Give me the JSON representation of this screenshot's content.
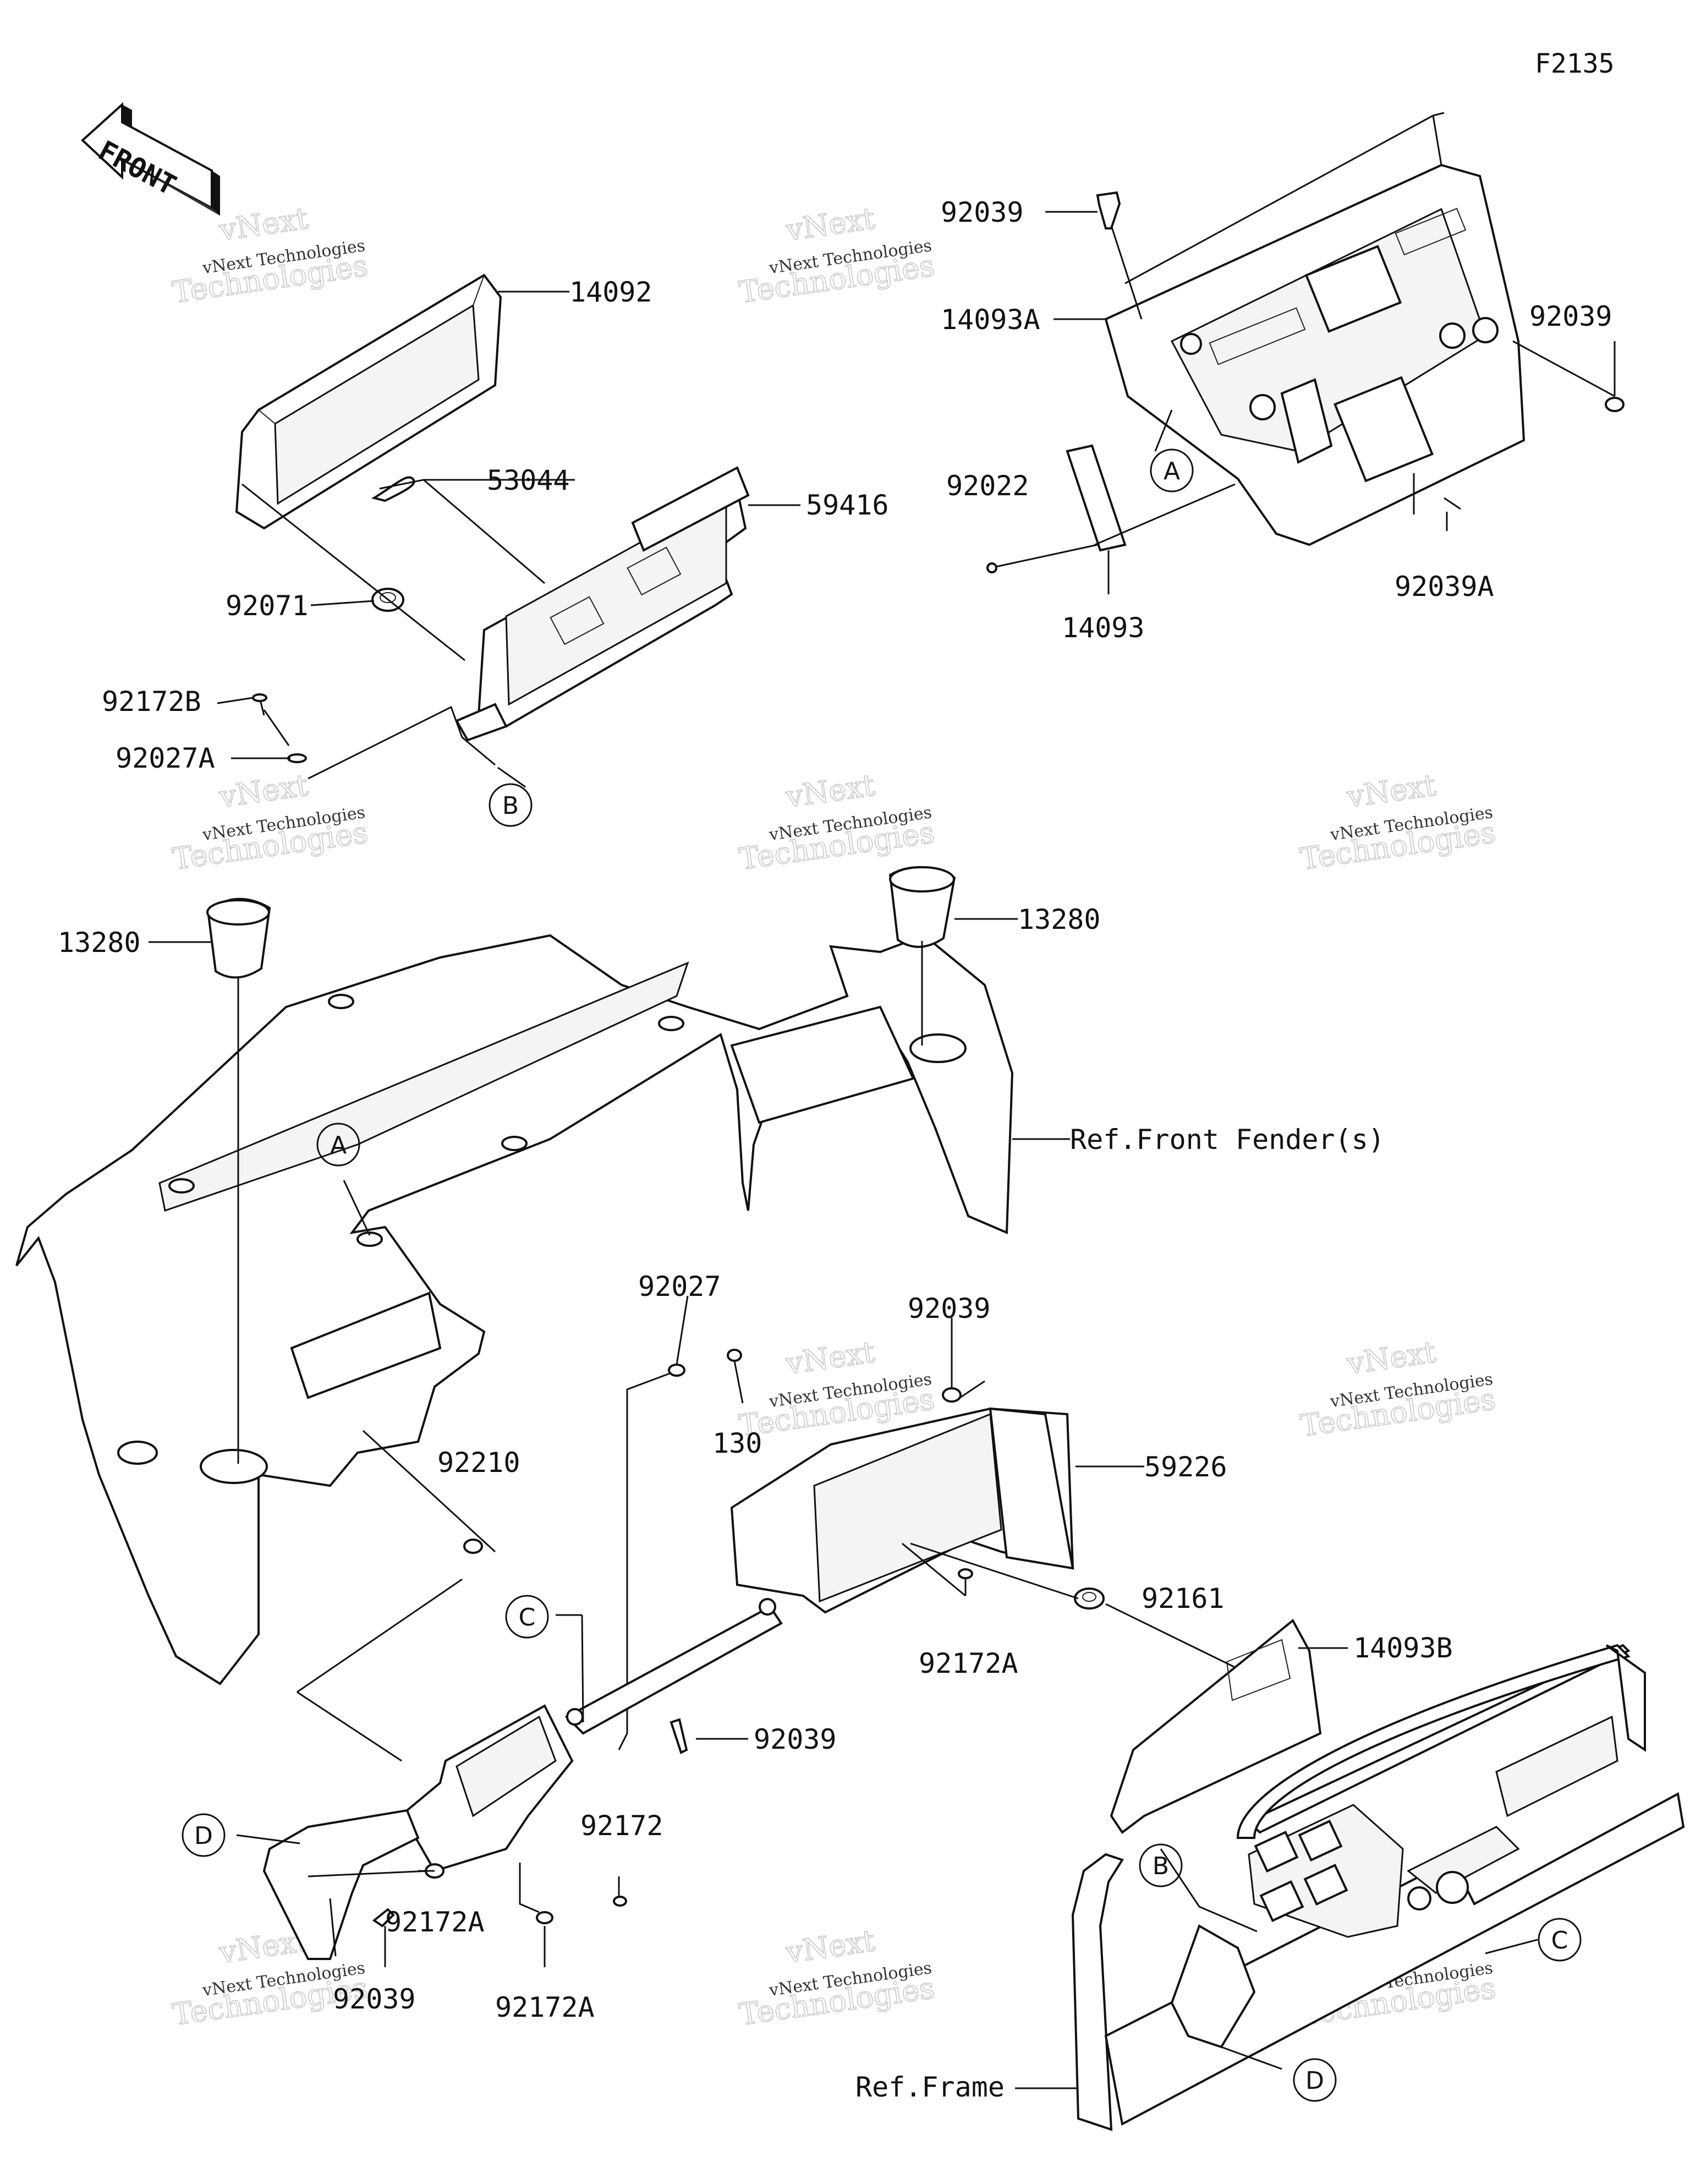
{
  "sheet_id": "F2135",
  "front_arrow": "FRONT",
  "watermark": {
    "line1": "vNext Technologies",
    "line2": "vNext",
    "line3": "Technologies"
  },
  "part_labels": [
    {
      "id": "lbl-14092",
      "text": "14092"
    },
    {
      "id": "lbl-53044",
      "text": "53044"
    },
    {
      "id": "lbl-59416",
      "text": "59416"
    },
    {
      "id": "lbl-92071",
      "text": "92071"
    },
    {
      "id": "lbl-92172B",
      "text": "92172B"
    },
    {
      "id": "lbl-92027A",
      "text": "92027A"
    },
    {
      "id": "lbl-92039-top",
      "text": "92039"
    },
    {
      "id": "lbl-14093A",
      "text": "14093A"
    },
    {
      "id": "lbl-92039-right",
      "text": "92039"
    },
    {
      "id": "lbl-92022",
      "text": "92022"
    },
    {
      "id": "lbl-14093",
      "text": "14093"
    },
    {
      "id": "lbl-92039A",
      "text": "92039A"
    },
    {
      "id": "lbl-13280-left",
      "text": "13280"
    },
    {
      "id": "lbl-13280-right",
      "text": "13280"
    },
    {
      "id": "lbl-ref-fender",
      "text": "Ref.Front Fender(s)"
    },
    {
      "id": "lbl-92027",
      "text": "92027"
    },
    {
      "id": "lbl-92039-mid",
      "text": "92039"
    },
    {
      "id": "lbl-130",
      "text": "130"
    },
    {
      "id": "lbl-59226",
      "text": "59226"
    },
    {
      "id": "lbl-92210",
      "text": "92210"
    },
    {
      "id": "lbl-92161",
      "text": "92161"
    },
    {
      "id": "lbl-92172A-mid",
      "text": "92172A"
    },
    {
      "id": "lbl-14093B",
      "text": "14093B"
    },
    {
      "id": "lbl-92039-low",
      "text": "92039"
    },
    {
      "id": "lbl-92172",
      "text": "92172"
    },
    {
      "id": "lbl-92172A-left",
      "text": "92172A"
    },
    {
      "id": "lbl-92039-bottom",
      "text": "92039"
    },
    {
      "id": "lbl-92172A-bottom",
      "text": "92172A"
    },
    {
      "id": "lbl-ref-frame",
      "text": "Ref.Frame"
    }
  ],
  "callouts": [
    {
      "id": "callout-A-top",
      "text": "A"
    },
    {
      "id": "callout-B-top",
      "text": "B"
    },
    {
      "id": "callout-A-dash",
      "text": "A"
    },
    {
      "id": "callout-C-left",
      "text": "C"
    },
    {
      "id": "callout-D-left",
      "text": "D"
    },
    {
      "id": "callout-B-frame",
      "text": "B"
    },
    {
      "id": "callout-C-frame",
      "text": "C"
    },
    {
      "id": "callout-D-frame",
      "text": "D"
    }
  ]
}
